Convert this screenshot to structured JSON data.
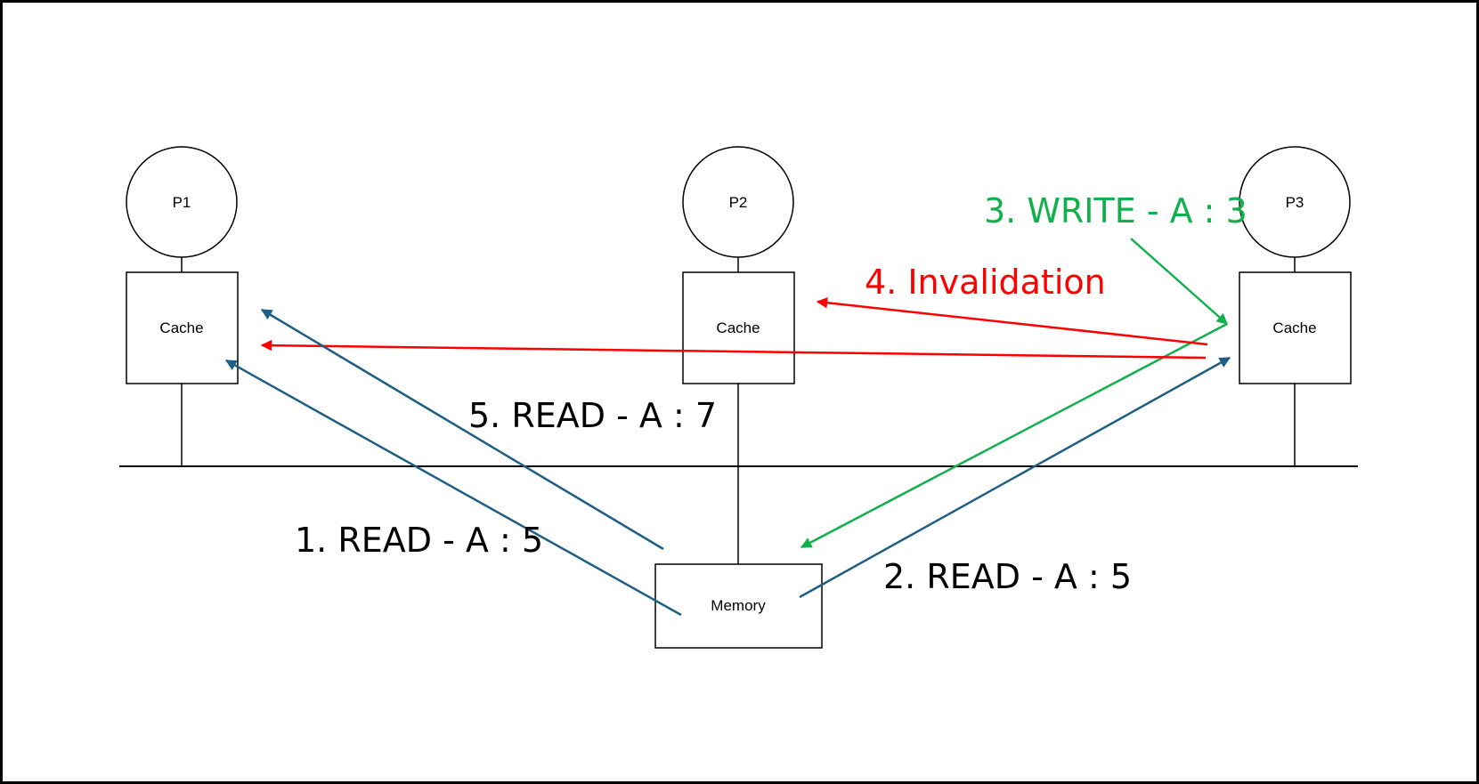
{
  "processors": [
    {
      "label": "P1"
    },
    {
      "label": "P2"
    },
    {
      "label": "P3"
    }
  ],
  "caches": [
    {
      "label": "Cache"
    },
    {
      "label": "Cache"
    },
    {
      "label": "Cache"
    }
  ],
  "memory": {
    "label": "Memory"
  },
  "steps": {
    "read1": "1. READ - A : 5",
    "read2": "2. READ - A : 5",
    "write3": "3. WRITE - A : 3",
    "invalidation4": "4. Invalidation",
    "read5": "5. READ - A : 7"
  },
  "colors": {
    "read": "#1f5f85",
    "write": "#12b04c",
    "invalidation": "#ff0000",
    "outline": "#000000"
  }
}
